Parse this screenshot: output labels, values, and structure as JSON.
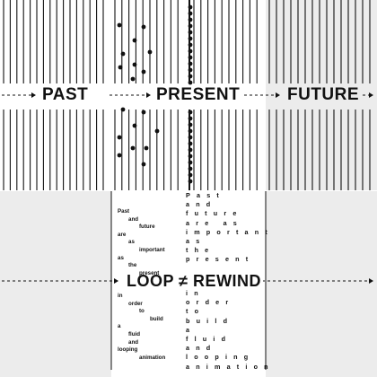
{
  "labels": {
    "past": "PAST",
    "present": "PRESENT",
    "future": "FUTURE",
    "loop_rewind": "LOOP ≠ REWIND"
  },
  "left_text": {
    "top": [
      [
        "Past",
        0
      ],
      [
        "and",
        1
      ],
      [
        "future",
        2
      ],
      [
        "are",
        0
      ],
      [
        "as",
        1
      ],
      [
        "important",
        2
      ],
      [
        "as",
        0
      ],
      [
        "the",
        1
      ],
      [
        "present",
        2
      ]
    ],
    "bottom": [
      [
        "in",
        0
      ],
      [
        "order",
        1
      ],
      [
        "to",
        2
      ],
      [
        "build",
        3
      ],
      [
        "a",
        0
      ],
      [
        "fluid",
        1
      ],
      [
        "and",
        1
      ],
      [
        "looping",
        0
      ],
      [
        "animation",
        2
      ]
    ]
  },
  "right_text": {
    "top": [
      "Past",
      "and",
      "future",
      "are as",
      "important",
      "as",
      "the",
      "present"
    ],
    "bottom": [
      "in",
      "order",
      "to",
      "build",
      "a",
      "fluid",
      "and",
      "looping",
      "animation"
    ]
  },
  "colors": {
    "ink": "#111111",
    "gray": "#ececec",
    "white": "#ffffff"
  }
}
